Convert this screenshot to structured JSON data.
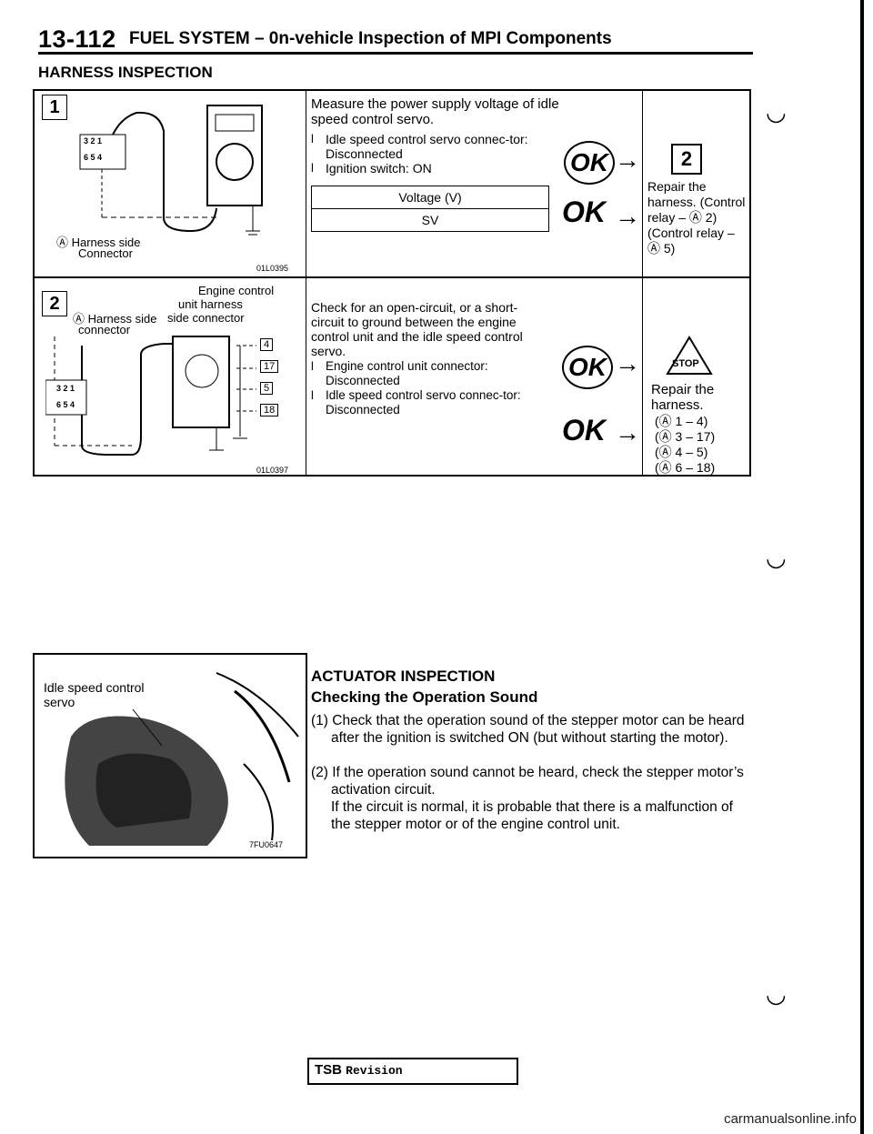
{
  "header": {
    "page_number": "13-112",
    "title": "FUEL SYSTEM – 0n-vehicle Inspection of MPI Components"
  },
  "harness_section": {
    "title": "HARNESS INSPECTION",
    "step1": {
      "number": "1",
      "figure": {
        "label_a": "Ⓐ Harness side",
        "label_b": "Connector",
        "pins_top": "3 2 1",
        "pins_bottom": "6 5 4",
        "code": "01L0395"
      },
      "instruction": "Measure the power supply voltage of idle speed control servo.",
      "conditions": [
        "Idle speed control servo connec-tor: Disconnected",
        "Ignition switch: ON"
      ],
      "table_header": "Voltage (V)",
      "table_value": "SV",
      "ok_label": "OK",
      "ng_label": "OK",
      "ok_result": "2",
      "ng_result": "Repair the harness. (Control relay – Ⓐ 2) (Control relay – Ⓐ 5)"
    },
    "step2": {
      "number": "2",
      "figure": {
        "label_a": "Ⓐ Harness side",
        "label_b": "connector",
        "label_c": "Engine control",
        "label_d": "unit harness",
        "label_e": "side connector",
        "ecu_pins": [
          "4",
          "17",
          "5",
          "18"
        ],
        "pins_top": "3 2 1",
        "pins_bottom": "6 5 4",
        "code": "01L0397"
      },
      "instruction": "Check for an open-circuit, or a short-circuit to ground between the engine control unit and the idle speed control servo.",
      "conditions": [
        "Engine control unit connector: Disconnected",
        "Idle speed control servo connec-tor: Disconnected"
      ],
      "ok_label": "OK",
      "ng_label": "OK",
      "ok_result": "STOP",
      "ng_result": "Repair the harness.",
      "ng_pairs": [
        "(Ⓐ 1 – 4)",
        "(Ⓐ 3 – 17)",
        "(Ⓐ 4 – 5)",
        "(Ⓐ 6 – 18)"
      ]
    }
  },
  "actuator_section": {
    "figure": {
      "label": "Idle speed control servo",
      "code": "7FU0647"
    },
    "title": "ACTUATOR INSPECTION",
    "subtitle": "Checking the Operation Sound",
    "item1": "(1) Check that the operation sound of the stepper motor can be heard after the ignition is switched ON (but without starting the motor).",
    "item2a": "(2) If the operation sound cannot be heard, check the stepper motor’s activation circuit.",
    "item2b": "If the circuit is normal, it is probable that there is a malfunction of the stepper motor or of the engine control unit."
  },
  "footer": {
    "tsb_label": "TSB",
    "revision_label": "Revision",
    "watermark": "carmanualsonline.info"
  }
}
